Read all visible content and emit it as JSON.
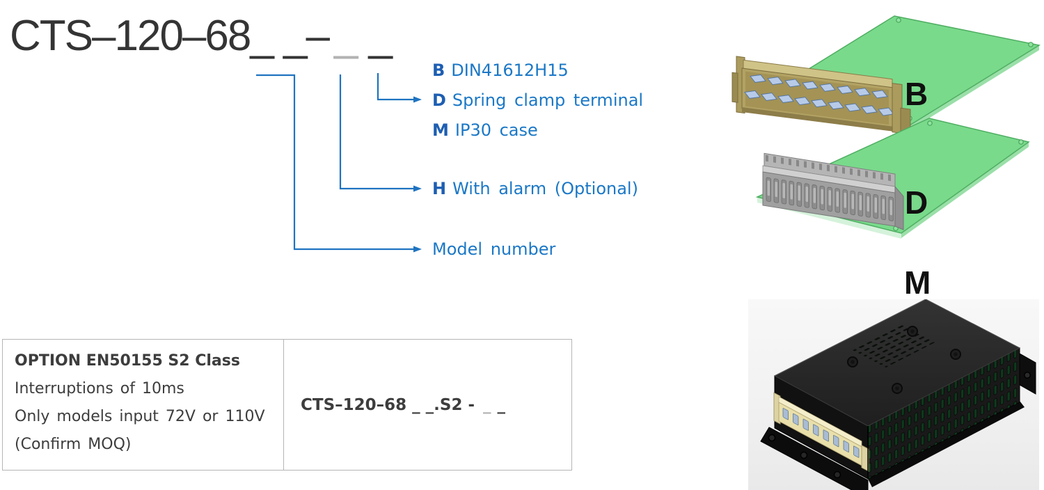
{
  "model_code": {
    "prefix": "CTS–120–68_ _–",
    "optional_slot": "_",
    "last_slot": "_"
  },
  "legend": {
    "b": {
      "code": "B",
      "label": "DIN41612H15"
    },
    "d": {
      "code": "D",
      "label": "Spring clamp terminal"
    },
    "m": {
      "code": "M",
      "label": "IP30 case"
    },
    "h": {
      "code": "H",
      "label": "With alarm (Optional)"
    },
    "model": {
      "label": "Model number"
    }
  },
  "option_table": {
    "header": "OPTION EN50155 S2 Class",
    "line1": "Interruptions of 10ms",
    "line2": "Only models input 72V or 110V",
    "line3": "(Confirm MOQ)",
    "code_prefix": "CTS–120–68 _ _.S2 -",
    "code_optional_slot": "_",
    "code_last_slot": "_"
  },
  "illustrations": {
    "board_b_label": "B",
    "board_d_label": "D",
    "case_m_label": "M"
  },
  "colors": {
    "accent_blue_text": "#1b78c6",
    "accent_blue_bold": "#1d5eb2",
    "callout_line_blue": "#1e73c0",
    "title_dark": "#343434",
    "optional_slot_gray": "#b2b2b2",
    "table_text": "#3d3d3d",
    "pcb_green": "#79da8b",
    "connector_tan": "#b2a263",
    "terminal_gray": "#a0a0a0",
    "case_black": "#1d1d1d",
    "case_panel_gray": "#efefef"
  }
}
